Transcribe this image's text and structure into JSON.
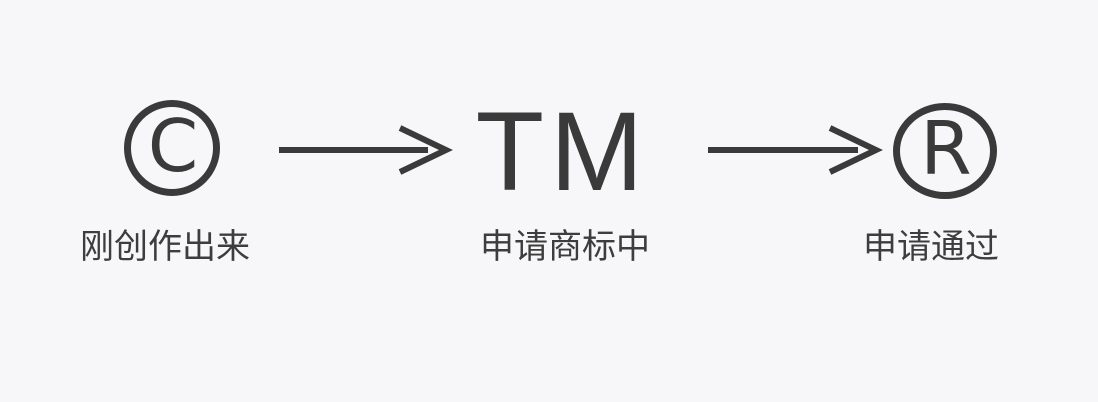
{
  "nodes": [
    {
      "symbol": "©",
      "label": "刚创作出来"
    },
    {
      "symbol": "TM",
      "label": "申请商标中"
    },
    {
      "symbol": "R",
      "label": "申请通过"
    }
  ],
  "colors": {
    "background": "#f7f7f9",
    "ink": "#3a3a3a"
  }
}
